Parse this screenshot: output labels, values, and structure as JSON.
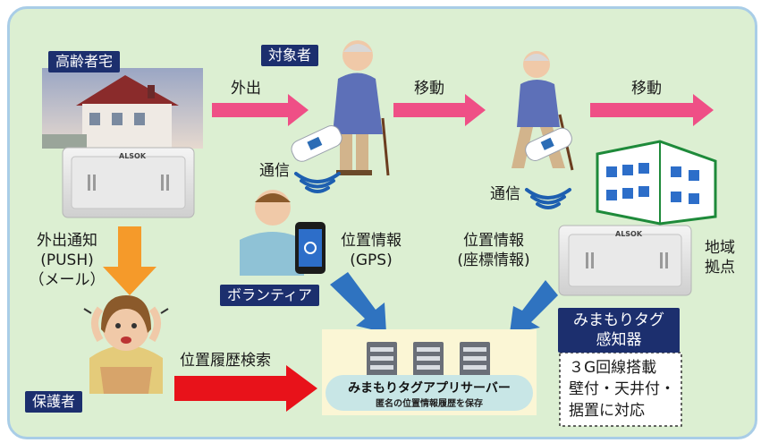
{
  "labels": {
    "home": "高齢者宅",
    "target": "対象者",
    "volunteer": "ボランティア",
    "guardian": "保護者",
    "sensor": "みまもりタグ\n感知器"
  },
  "flows": {
    "outing": "外出",
    "move1": "移動",
    "move2": "移動",
    "comm1": "通信",
    "comm2": "通信",
    "location_gps": "位置情報\n(GPS)",
    "location_coord": "位置情報\n(座標情報)",
    "outing_notice": "外出通知\n(PUSH)\n（メール）",
    "history_search": "位置履歴検索",
    "local_base": "地域\n拠点"
  },
  "server": {
    "title": "みまもりタグアプリサーバー",
    "subtitle": "匿名の位置情報履歴を保存"
  },
  "sensor_features": "３G回線搭載\n壁付・天井付・\n据置に対応",
  "device_brand": "ALSOK",
  "colors": {
    "frame_bg": "#dcefd2",
    "frame_border": "#a9cde7",
    "label_navy": "#1c2f6e",
    "arrow_pink": "#ef4f86",
    "arrow_orange": "#f59a2a",
    "arrow_red": "#e8121a",
    "arrow_blue": "#2f73c0"
  }
}
